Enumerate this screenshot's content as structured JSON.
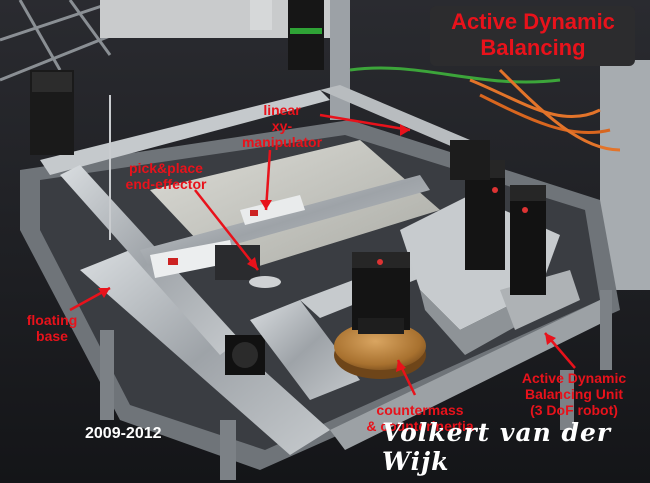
{
  "title": "Active Dynamic Balancing",
  "labels": {
    "linear_manipulator": [
      "linear",
      "xy-manipulator"
    ],
    "end_effector": [
      "pick&place",
      "end-effector"
    ],
    "floating_base": [
      "floating",
      "base"
    ],
    "countermass": [
      "countermass",
      "& counterinertia"
    ],
    "adb_unit": [
      "Active Dynamic",
      "Balancing Unit",
      "(3 DoF robot)"
    ]
  },
  "years": "2009-2012",
  "author": "Volkert van der Wijk",
  "colors": {
    "label_red": "#e8121b",
    "background": "#1b1c20",
    "aluminium": "#b4b8bc",
    "motor_black": "#151515",
    "bronze": "#b07a3c"
  }
}
